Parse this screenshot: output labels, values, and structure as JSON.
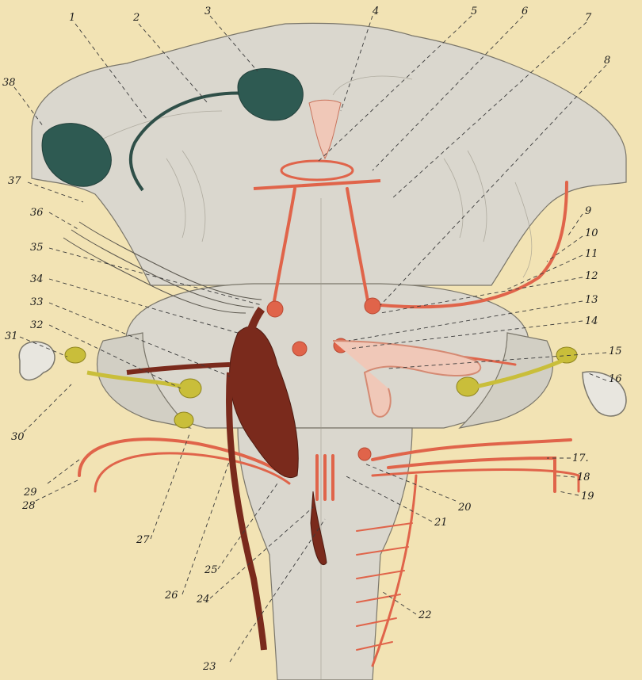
{
  "labels": {
    "n1": "1",
    "n2": "2",
    "n3": "3",
    "n4": "4",
    "n5": "5",
    "n6": "6",
    "n7": "7",
    "n8": "8",
    "n9": "9",
    "n10": "10",
    "n11": "11",
    "n12": "12",
    "n13": "13",
    "n14": "14",
    "n15": "15",
    "n16": "16",
    "n17": "17.",
    "n18": "18",
    "n19": "19",
    "n20": "20",
    "n21": "21",
    "n22": "22",
    "n23": "23",
    "n24": "24",
    "n25": "25",
    "n26": "26",
    "n27": "27",
    "n28": "28",
    "n29": "29",
    "n30": "30",
    "n31": "31",
    "n32": "32",
    "n33": "33",
    "n34": "34",
    "n35": "35",
    "n36": "36",
    "n37": "37",
    "n38": "38"
  },
  "colors": {
    "background": "#f2e3b4",
    "brain_gray": "#d9d6cc",
    "outline": "#6f6b60",
    "nerve_red": "#e0644a",
    "nucleus_dark": "#7a2a1c",
    "nucleus_yellow": "#c9be3a",
    "olfactory_teal": "#2f5a52",
    "pale_pink": "#f0c8b8"
  }
}
